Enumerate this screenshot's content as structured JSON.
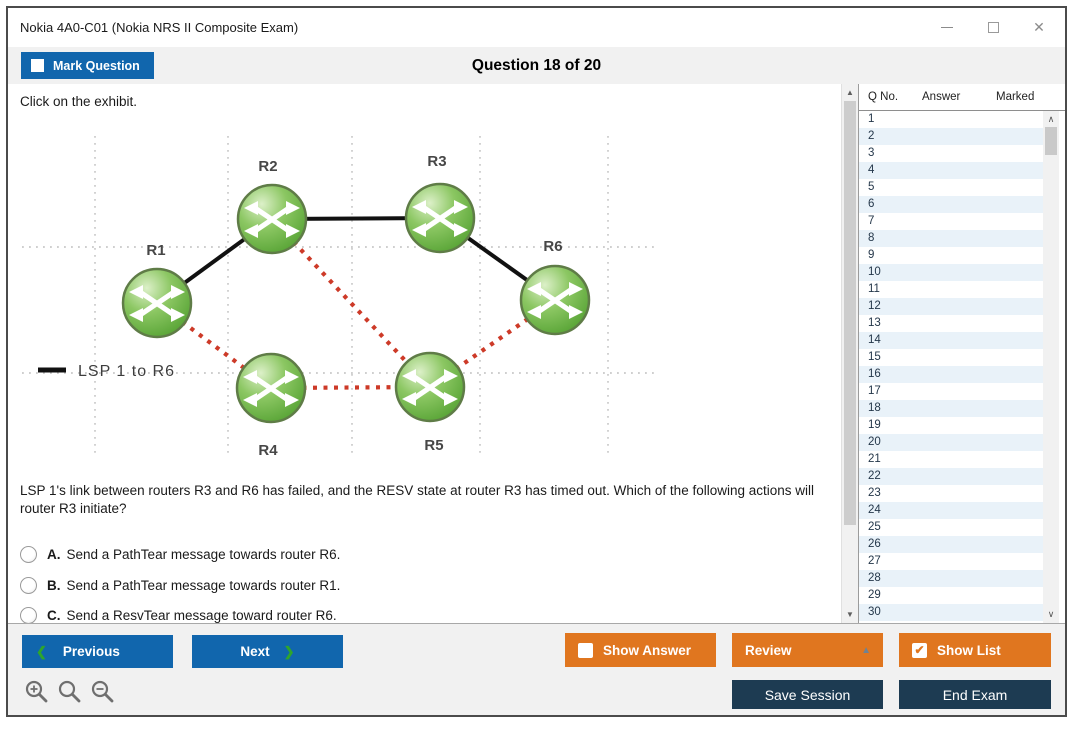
{
  "window": {
    "title": "Nokia 4A0-C01 (Nokia NRS II Composite Exam)"
  },
  "icons": {
    "minimize": "",
    "maximize": "",
    "close": "✕",
    "check": "✔",
    "triangle_up": "▲",
    "chevron_left": "❮",
    "chevron_right": "❯",
    "scroll_up": "▲",
    "scroll_down": "▼",
    "list_up": "∧",
    "list_down": "∨"
  },
  "header": {
    "mark_question_label": "Mark Question",
    "question_counter": "Question 18 of 20"
  },
  "main": {
    "instruction": "Click on the exhibit.",
    "exhibit": {
      "legend_label": "LSP 1 to R6",
      "nodes": [
        {
          "label": "R1"
        },
        {
          "label": "R2"
        },
        {
          "label": "R3"
        },
        {
          "label": "R4"
        },
        {
          "label": "R5"
        },
        {
          "label": "R6"
        }
      ],
      "links": [
        {
          "from": "R1",
          "to": "R2",
          "type": "lsp-solid"
        },
        {
          "from": "R2",
          "to": "R3",
          "type": "lsp-solid"
        },
        {
          "from": "R3",
          "to": "R6",
          "type": "lsp-solid"
        },
        {
          "from": "R1",
          "to": "R4",
          "type": "dotted-red"
        },
        {
          "from": "R2",
          "to": "R5",
          "type": "dotted-red"
        },
        {
          "from": "R4",
          "to": "R5",
          "type": "dotted-red"
        },
        {
          "from": "R5",
          "to": "R6",
          "type": "dotted-red"
        }
      ]
    },
    "question_text": "LSP 1's link between routers R3 and R6 has failed, and the RESV state at router R3 has timed out. Which of the following actions will router R3 initiate?",
    "options": [
      {
        "letter": "A.",
        "text": "Send a PathTear message towards router R6."
      },
      {
        "letter": "B.",
        "text": "Send a PathTear message towards router R1."
      },
      {
        "letter": "C.",
        "text": "Send a ResvTear message toward router R6."
      }
    ]
  },
  "question_list": {
    "columns": [
      "Q No.",
      "Answer",
      "Marked"
    ],
    "rows": [
      "1",
      "2",
      "3",
      "4",
      "5",
      "6",
      "7",
      "8",
      "9",
      "10",
      "11",
      "12",
      "13",
      "14",
      "15",
      "16",
      "17",
      "18",
      "19",
      "20",
      "21",
      "22",
      "23",
      "24",
      "25",
      "26",
      "27",
      "28",
      "29",
      "30"
    ]
  },
  "footer": {
    "previous": "Previous",
    "next": "Next",
    "show_answer": "Show Answer",
    "review": "Review",
    "show_list": "Show List",
    "save_session": "Save Session",
    "end_exam": "End Exam",
    "show_list_checked": true,
    "show_answer_checked": false,
    "mark_question_checked": false
  },
  "colors": {
    "accent_blue": "#1166ad",
    "accent_orange": "#e0761f",
    "navy": "#1d3b52",
    "lsp_black": "#111111",
    "link_red": "#cd3a28",
    "node_green": "#6abf4b",
    "row_alt_blue": "#e9f2f9",
    "chevron_green": "#2ea52c"
  }
}
